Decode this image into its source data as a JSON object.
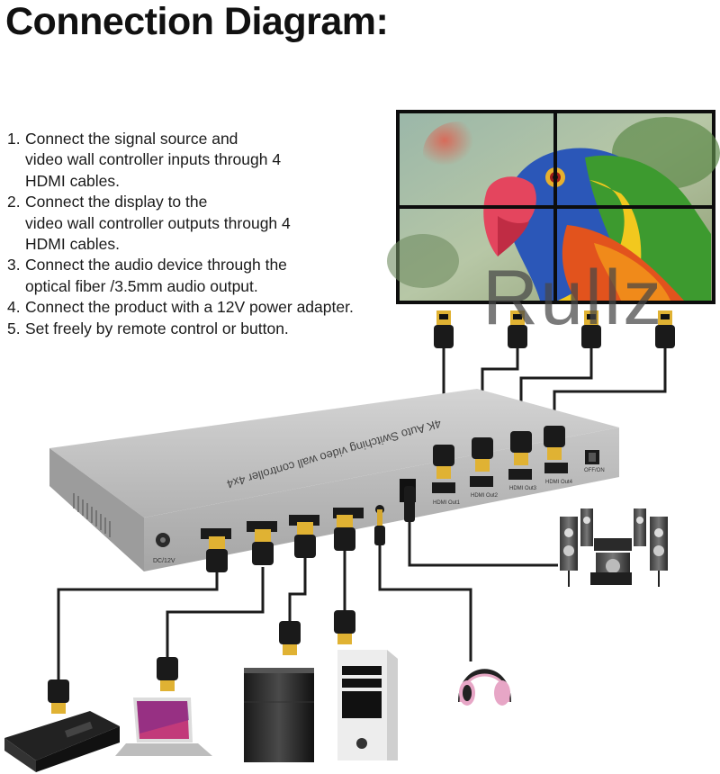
{
  "title": "Connection Diagram:",
  "steps": [
    {
      "num": "1.",
      "lines": [
        "Connect the signal source and",
        "video wall controller inputs through 4",
        "HDMI cables."
      ]
    },
    {
      "num": "2.",
      "lines": [
        "Connect the display to the",
        "video wall controller outputs through 4",
        "HDMI cables."
      ]
    },
    {
      "num": "3.",
      "lines": [
        "Connect the audio device through the",
        "optical fiber /3.5mm audio output."
      ]
    },
    {
      "num": "4.",
      "lines": [
        "Connect the product with a 12V power adapter."
      ]
    },
    {
      "num": "5.",
      "lines": [
        "Set freely by remote control or button."
      ]
    }
  ],
  "device": {
    "name": "4K Auto Switching video wall controller 4x4",
    "power_label": "DC/12V",
    "switch_label": "OFF/ON",
    "outputs": [
      "HDMI Out1",
      "HDMI Out2",
      "HDMI Out3",
      "HDMI Out4"
    ]
  },
  "watermark": "Rullz",
  "colors": {
    "device_body": "#bdbdbd",
    "cable": "#222222",
    "hdmi_tip": "#e0b233"
  }
}
